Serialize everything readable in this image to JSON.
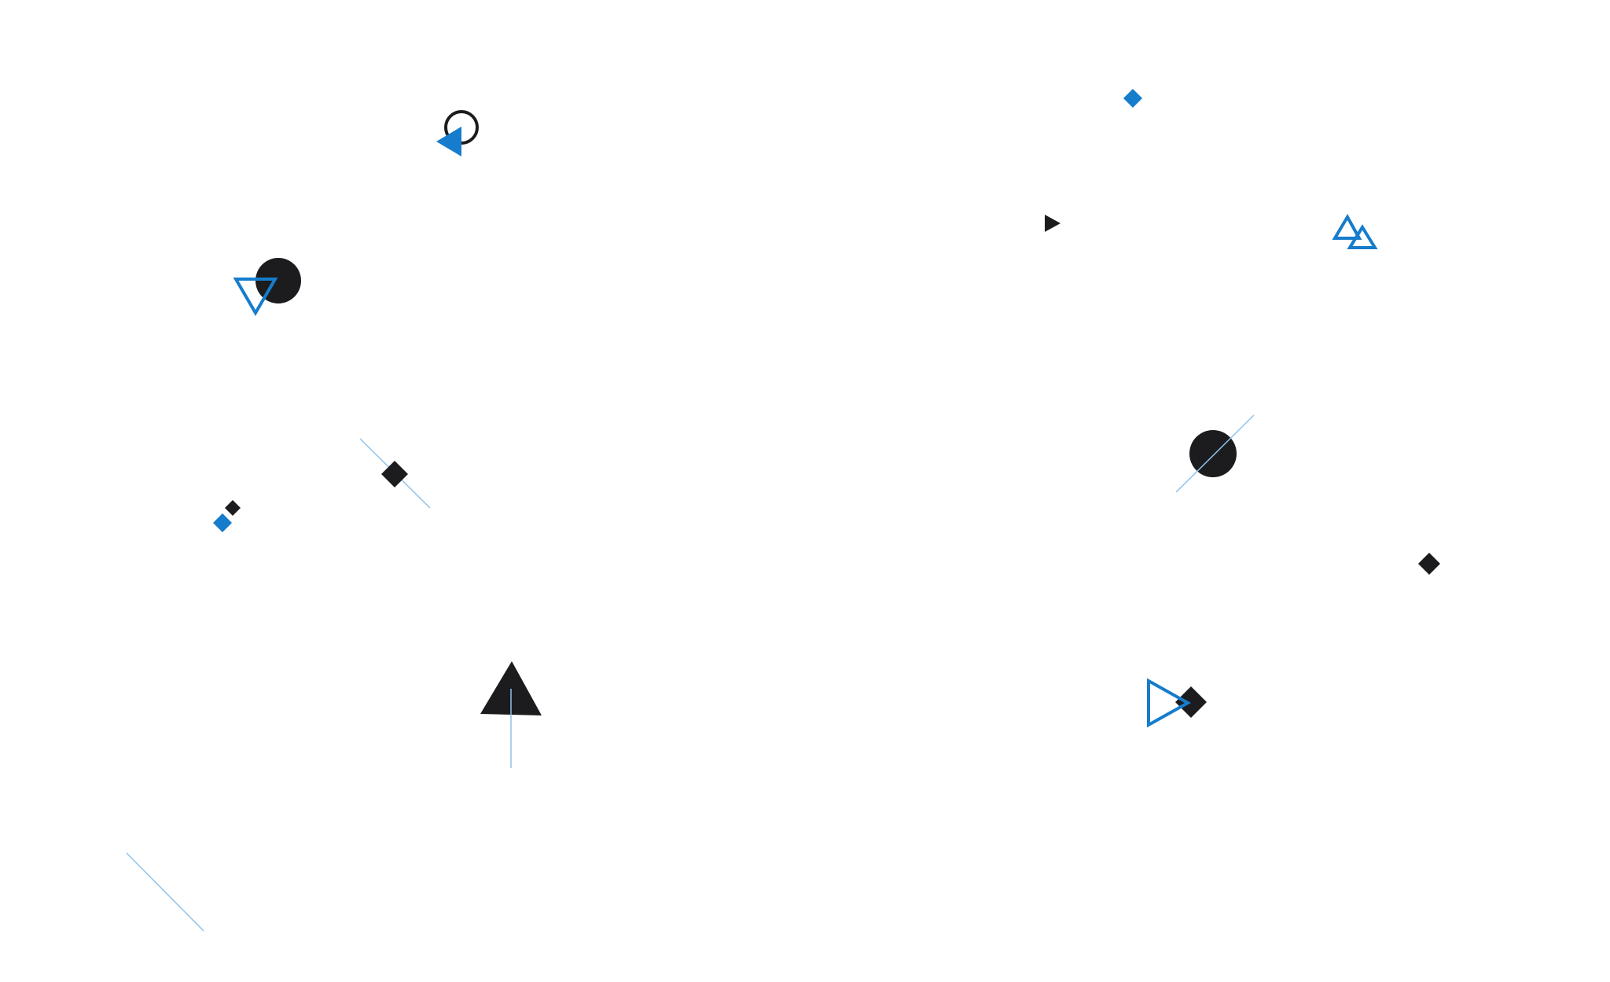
{
  "colors": {
    "background": "#ffffff",
    "dark": "#1c1c1e",
    "blue": "#167ccc",
    "line_blue": "#8ec3ec"
  },
  "shapes": [
    {
      "name": "ring-outline",
      "icon": "circle-outline-icon",
      "color": "dark"
    },
    {
      "name": "triangle-filled-left",
      "icon": "triangle-left-icon",
      "color": "blue"
    },
    {
      "name": "diamond-small",
      "icon": "diamond-icon",
      "color": "blue"
    },
    {
      "name": "triangle-small-right",
      "icon": "triangle-right-icon",
      "color": "dark"
    },
    {
      "name": "triangle-outline-up-a",
      "icon": "triangle-up-outline-icon",
      "color": "blue"
    },
    {
      "name": "triangle-outline-up-b",
      "icon": "triangle-up-outline-icon",
      "color": "blue"
    },
    {
      "name": "circle-filled-a",
      "icon": "circle-filled-icon",
      "color": "dark"
    },
    {
      "name": "triangle-outline-down",
      "icon": "triangle-down-outline-icon",
      "color": "blue"
    },
    {
      "name": "line-diagonal-a",
      "icon": "line-icon",
      "color": "line_blue"
    },
    {
      "name": "diamond-large",
      "icon": "diamond-icon",
      "color": "dark"
    },
    {
      "name": "diamond-tiny",
      "icon": "diamond-icon",
      "color": "dark"
    },
    {
      "name": "diamond-small-blue",
      "icon": "diamond-icon",
      "color": "blue"
    },
    {
      "name": "circle-filled-b",
      "icon": "circle-filled-icon",
      "color": "dark"
    },
    {
      "name": "line-diagonal-b",
      "icon": "line-icon",
      "color": "line_blue"
    },
    {
      "name": "diamond-medium",
      "icon": "diamond-icon",
      "color": "dark"
    },
    {
      "name": "triangle-filled-up",
      "icon": "triangle-up-icon",
      "color": "dark"
    },
    {
      "name": "line-vertical",
      "icon": "line-icon",
      "color": "line_blue"
    },
    {
      "name": "triangle-outline-right",
      "icon": "triangle-right-outline-icon",
      "color": "blue"
    },
    {
      "name": "diamond-medium-b",
      "icon": "diamond-icon",
      "color": "dark"
    },
    {
      "name": "line-diagonal-c",
      "icon": "line-icon",
      "color": "line_blue"
    }
  ]
}
